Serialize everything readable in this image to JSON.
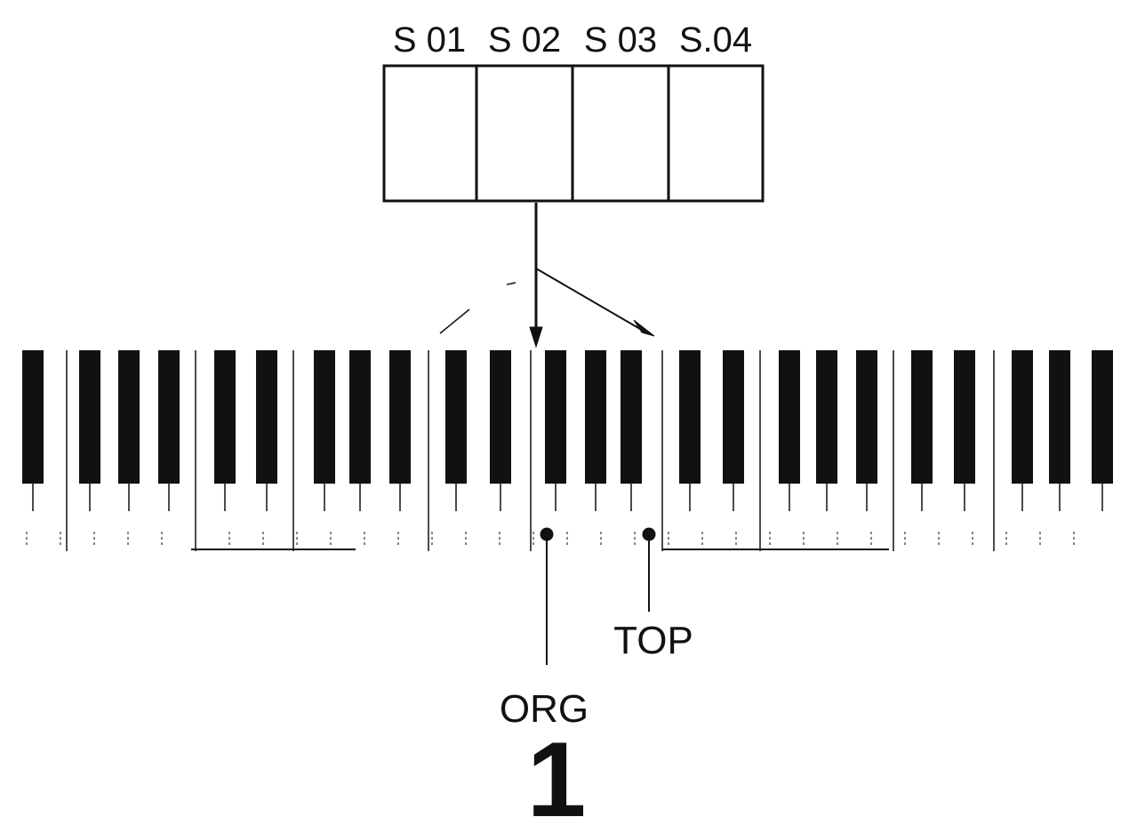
{
  "slots": [
    {
      "label": "S 01"
    },
    {
      "label": "S 02"
    },
    {
      "label": "S 03"
    },
    {
      "label": "S.04"
    }
  ],
  "labels": {
    "top": "TOP",
    "org": "ORG",
    "figure_number": "1"
  },
  "colors": {
    "ink": "#111111",
    "background": "#ffffff"
  }
}
